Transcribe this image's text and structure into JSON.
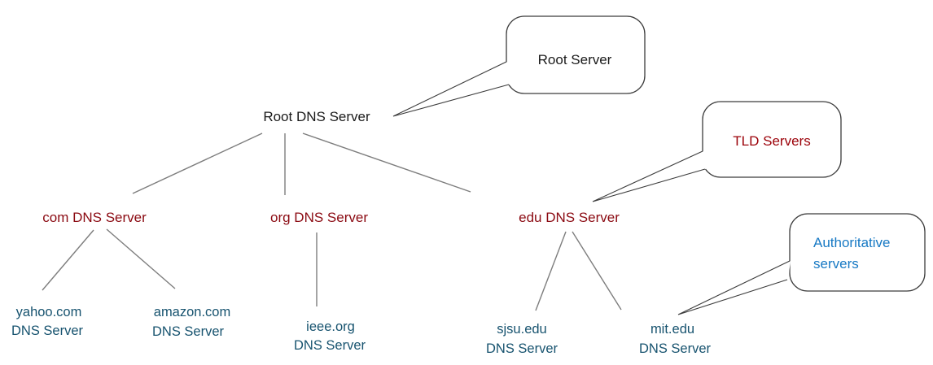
{
  "diagram": {
    "type": "dns-hierarchy-tree",
    "colors": {
      "root_text": "#1a1a1a",
      "tld_text": "#8b0a12",
      "leaf_text": "#17536f",
      "callout_root_text": "#1a1a1a",
      "callout_tld_text": "#9b0008",
      "callout_auth_text": "#1779c4",
      "edge": "#7d7d7d",
      "callout_border": "#3c3c3c"
    },
    "root": {
      "label": "Root DNS Server"
    },
    "tld": [
      {
        "label": "com DNS Server"
      },
      {
        "label": "org DNS Server"
      },
      {
        "label": "edu DNS Server"
      }
    ],
    "leaves": [
      {
        "line1": "yahoo.com",
        "line2": "DNS Server"
      },
      {
        "line1": "amazon.com",
        "line2": "DNS Server"
      },
      {
        "line1": "ieee.org",
        "line2": "DNS Server"
      },
      {
        "line1": "sjsu.edu",
        "line2": "DNS Server"
      },
      {
        "line1": "mit.edu",
        "line2": "DNS Server"
      }
    ],
    "callouts": {
      "root": {
        "label": "Root Server"
      },
      "tld": {
        "label": "TLD Servers"
      },
      "authoritative": {
        "line1": "Authoritative",
        "line2": "servers"
      }
    }
  }
}
